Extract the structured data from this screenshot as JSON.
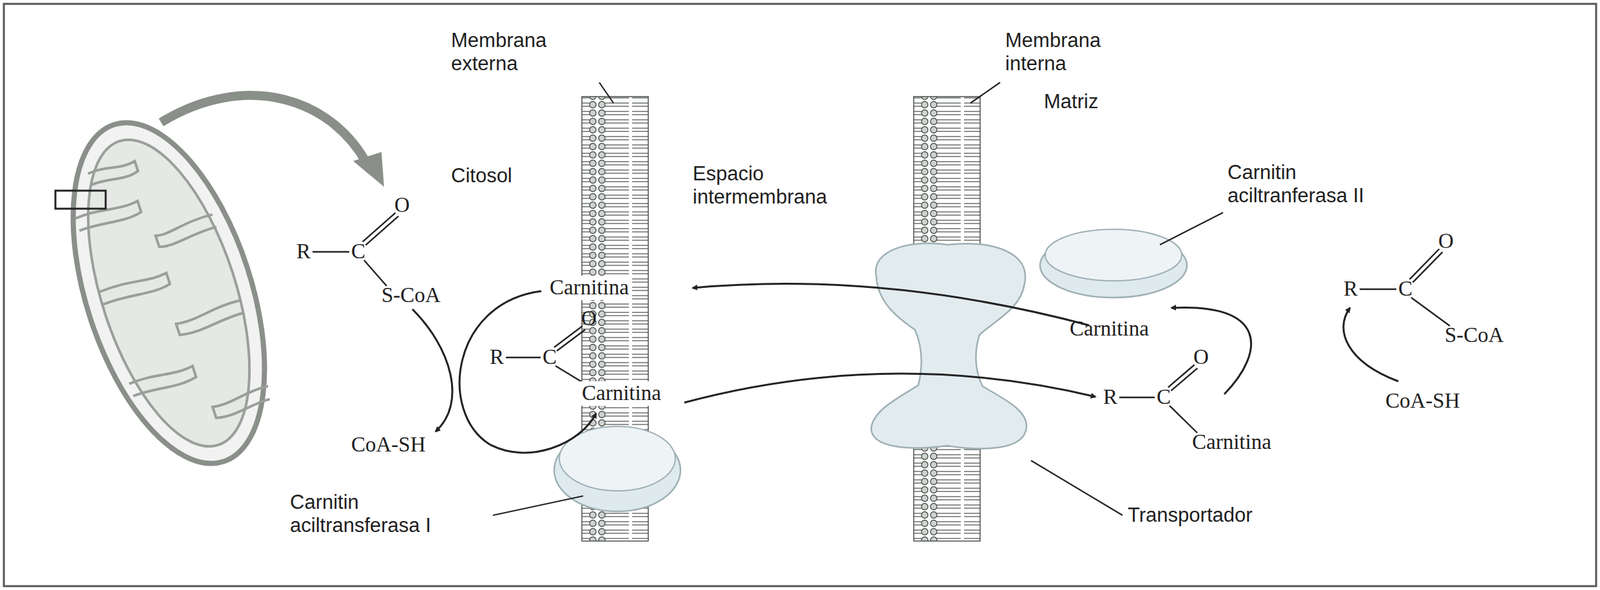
{
  "diagram": {
    "labels": [
      "Membrana externa",
      "Membrana interna",
      "Citosol",
      "Espacio intermembrana",
      "Matriz",
      "Carnitin aciltranferasa II",
      "R",
      "C",
      "O",
      "S-CoA",
      "CoA-SH",
      "Carnitina",
      "R",
      "C",
      "O",
      "Carnitina",
      "Carnitin aciltransferasa I",
      "Carnitina",
      "R",
      "C",
      "O",
      "Carnitina",
      "Transportador",
      "R",
      "C",
      "O",
      "S-CoA",
      "CoA-SH"
    ]
  }
}
